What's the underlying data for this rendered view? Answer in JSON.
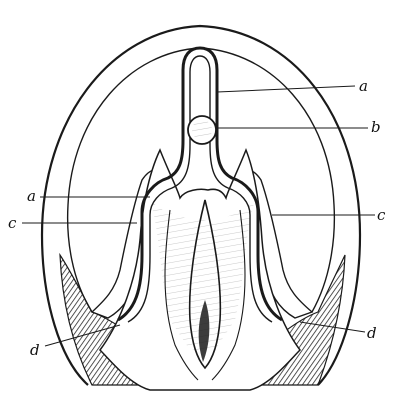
{
  "figure": {
    "labels": {
      "a_top": "a",
      "b": "b",
      "a_left": "a",
      "c_left": "c",
      "c_right": "c",
      "d_left": "d",
      "d_right": "d"
    },
    "colors": {
      "ink": "#1a1a1a",
      "paper": "#ffffff",
      "shade": "#2a2a2a"
    }
  }
}
